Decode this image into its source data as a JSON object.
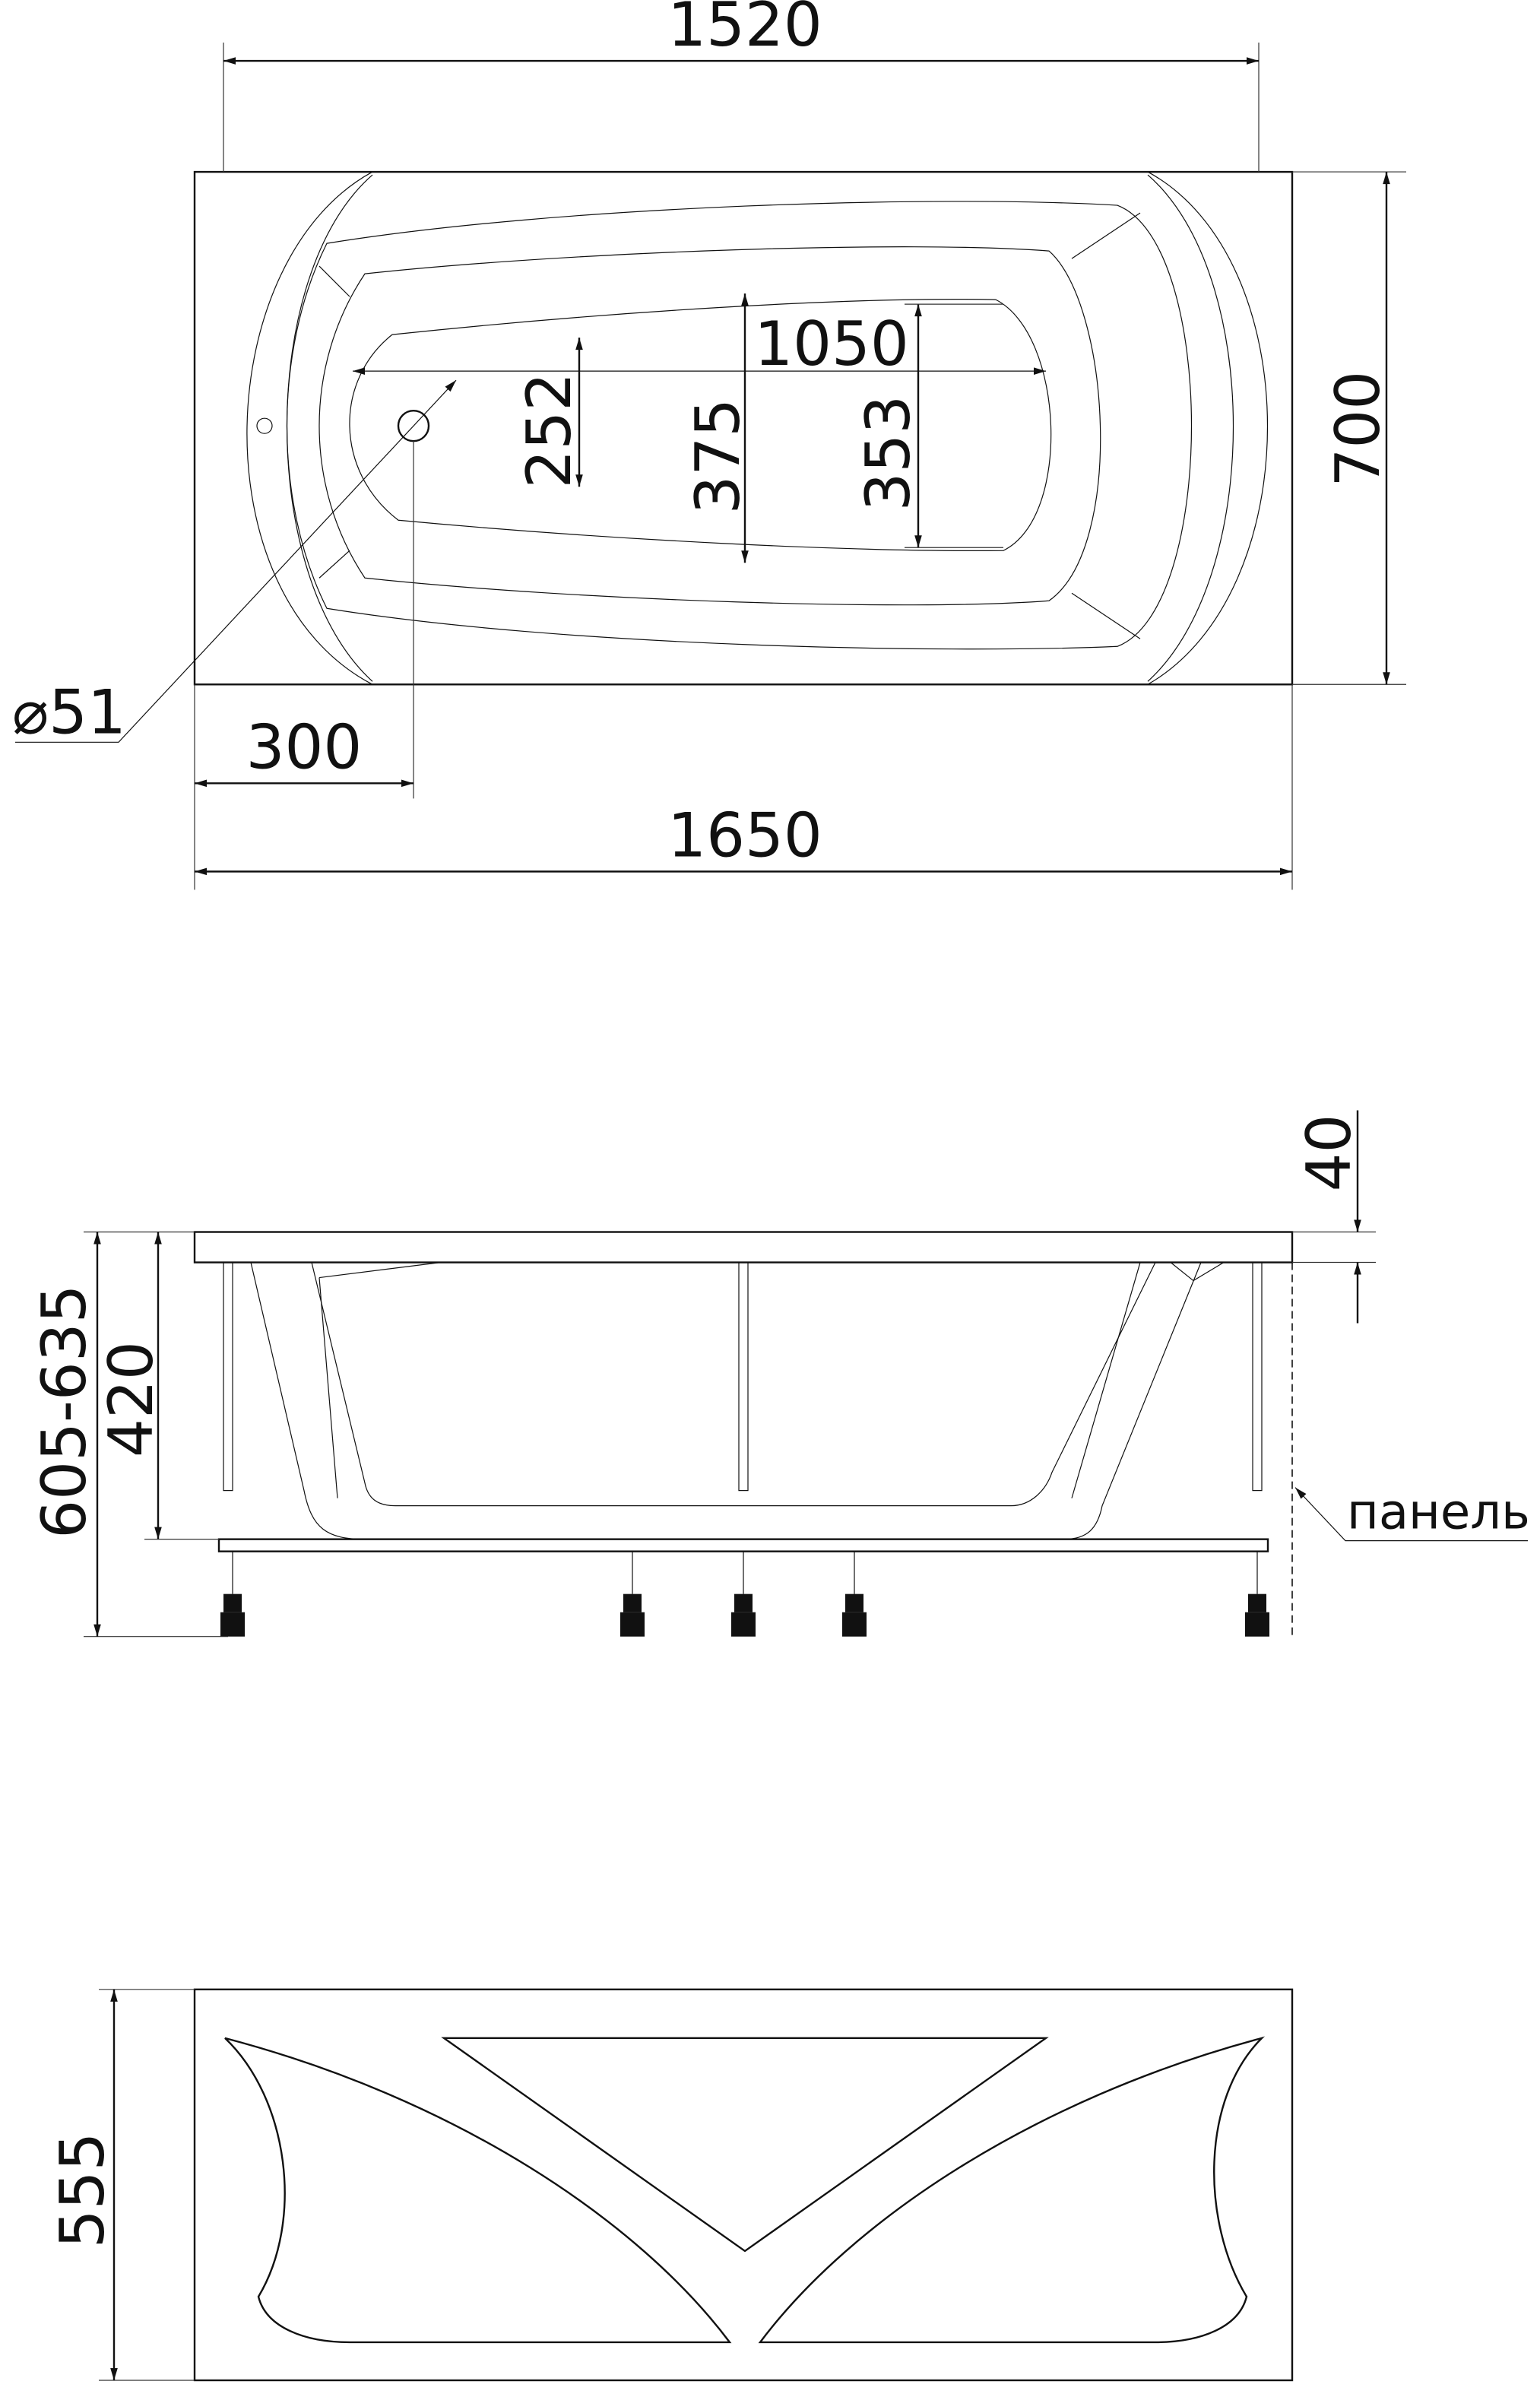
{
  "top_view": {
    "dim_inner_length": "1520",
    "dim_outer_length": "1650",
    "dim_width": "700",
    "dim_bottom_length": "1050",
    "dim_drain_offset": "300",
    "dim_drain_diameter": "⌀51",
    "dim_bottom_width_left": "252",
    "dim_bottom_width_mid": "375",
    "dim_bottom_width_right": "353"
  },
  "side_view": {
    "dim_total_height": "605-635",
    "dim_depth": "420",
    "dim_rim": "40",
    "panel_label": "панель"
  },
  "front_panel": {
    "dim_panel_height": "555"
  },
  "colors": {
    "line": "#111111",
    "background": "#ffffff"
  }
}
